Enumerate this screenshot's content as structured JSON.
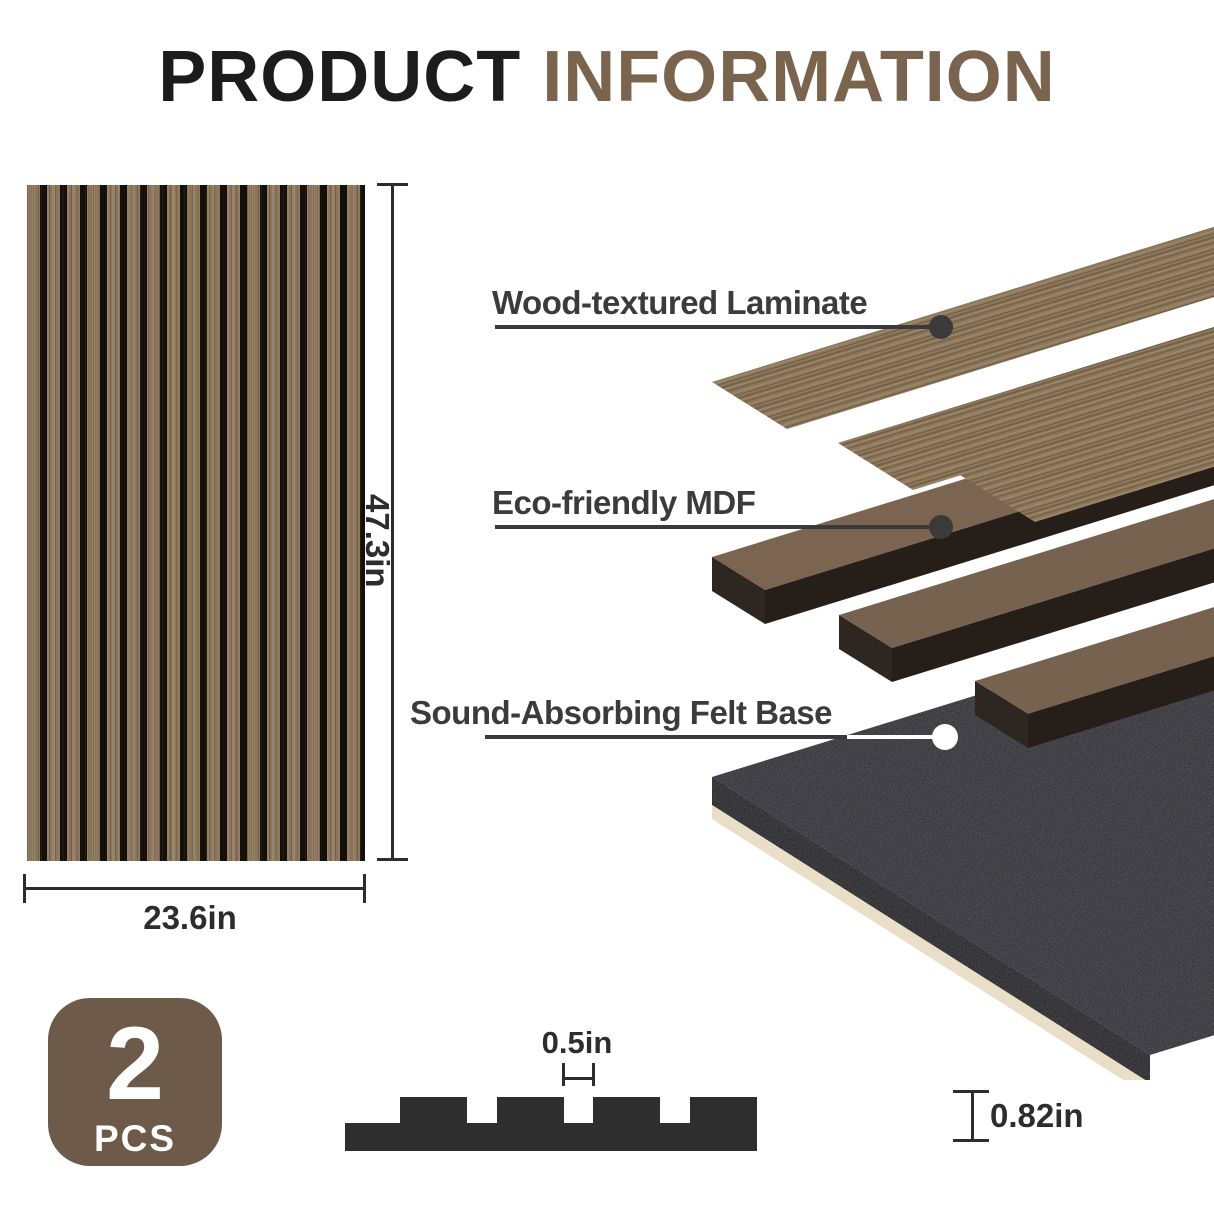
{
  "title": {
    "black": "PRODUCT ",
    "brown": "INFORMATION"
  },
  "panel_dimensions": {
    "height": "47.3in",
    "width": "23.6in"
  },
  "quantity_badge": {
    "number": "2",
    "unit": "PCS"
  },
  "layer_labels": {
    "laminate": "Wood-textured Laminate",
    "mdf": "Eco-friendly MDF",
    "felt": "Sound-Absorbing Felt Base"
  },
  "profile_dimensions": {
    "slat_gap_width": "0.5in",
    "panel_thickness": "0.82in"
  },
  "colors": {
    "accent_brown": "#7a644e",
    "badge_brown": "#6e5a48",
    "label_gray": "#3b3b3b",
    "dim_gray": "#2d2d2d",
    "profile_dark": "#2e2e2e",
    "felt_dark": "#26262b",
    "cream": "#e9dfc6",
    "wood_base": "#8d785c",
    "mdf_top": "#776250",
    "mdf_side": "#241d17"
  }
}
